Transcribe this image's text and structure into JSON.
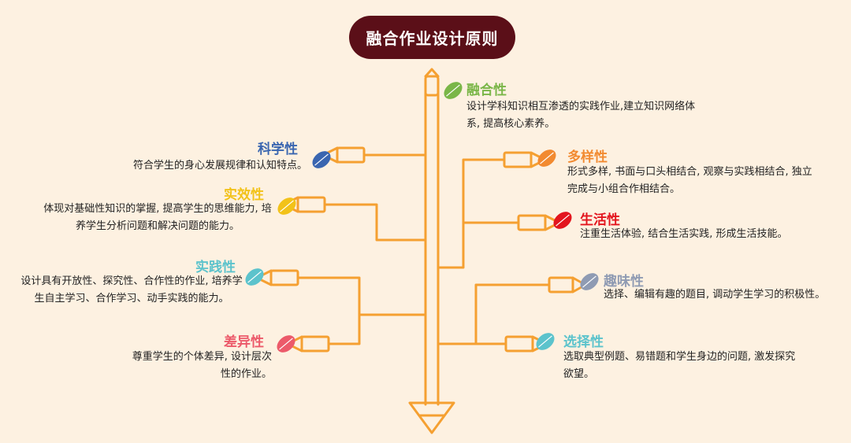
{
  "title": "融合作业设计原则",
  "nodes": [
    {
      "key": "ronghe",
      "label": "融合性",
      "color": "#7ab648",
      "desc": "设计学科知识相互渗透的实践作业,建立知识网络体系, 提高核心素养。",
      "icon": "leaf-icon"
    },
    {
      "key": "duoyang",
      "label": "多样性",
      "color": "#f28a30",
      "desc": "形式多样, 书面与口头相结合, 观察与实践相结合, 独立完成与小组合作相结合。",
      "icon": "leaf-icon"
    },
    {
      "key": "shenghuo",
      "label": "生活性",
      "color": "#e3151e",
      "desc": "注重生活体验, 结合生活实践, 形成生活技能。",
      "icon": "leaf-icon"
    },
    {
      "key": "quwei",
      "label": "趣味性",
      "color": "#8f9bb3",
      "desc": "选择、编辑有趣的题目, 调动学生学习的积极性。",
      "icon": "leaf-icon"
    },
    {
      "key": "xuanze",
      "label": "选择性",
      "color": "#5cc3cc",
      "desc": "选取典型例题、易错题和学生身边的问题, 激发探究欲望。",
      "icon": "leaf-icon"
    },
    {
      "key": "kexue",
      "label": "科学性",
      "color": "#3a66b0",
      "desc": "符合学生的身心发展规律和认知特点。",
      "icon": "leaf-icon"
    },
    {
      "key": "shixiao",
      "label": "实效性",
      "color": "#f2c219",
      "desc": "体现对基础性知识的掌握, 提高学生的思维能力, 培养学生分析问题和解决问题的能力。",
      "icon": "leaf-icon"
    },
    {
      "key": "shijian",
      "label": "实践性",
      "color": "#5cc3cc",
      "desc": "设计具有开放性、探究性、合作性的作业, 培养学生自主学习、合作学习、动手实践的能力。",
      "icon": "leaf-icon"
    },
    {
      "key": "chayi",
      "label": "差异性",
      "color": "#ec5a6a",
      "desc": "尊重学生的个体差异, 设计层次性的作业。",
      "icon": "leaf-icon"
    }
  ],
  "colors": {
    "background": "#fdf1e1",
    "pencil": "#f5a031",
    "title_bg": "#5b0f18"
  }
}
